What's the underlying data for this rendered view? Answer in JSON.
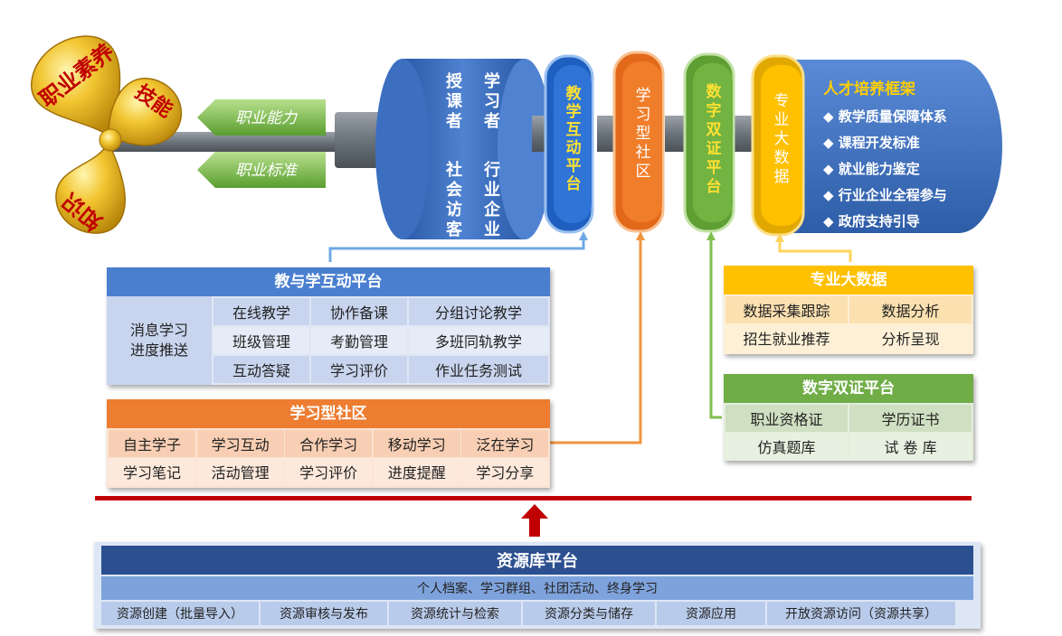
{
  "propeller": {
    "blade_top": "职业素养",
    "blade_right": "技能",
    "blade_bottom": "知识"
  },
  "shaft_arrows": {
    "upper": "职业能力",
    "lower": "职业标准"
  },
  "hub": {
    "col1": [
      "授",
      "课",
      "者"
    ],
    "col2": [
      "学",
      "习",
      "者"
    ],
    "col3": [
      "社",
      "会",
      "访",
      "客"
    ],
    "col4": [
      "行",
      "业",
      "企",
      "业"
    ]
  },
  "discs": {
    "interactive": "教学互动平台",
    "community": "学习型社区",
    "certificate": "数字双证平台",
    "bigdata": "专业大数据"
  },
  "framework": {
    "title": "人才培养框架",
    "items": [
      "◆ 教学质量保障体系",
      "◆ 课程开发标准",
      "◆ 就业能力鉴定",
      "◆ 行业企业全程参与",
      "◆ 政府支持引导"
    ]
  },
  "interactive_platform": {
    "title": "教与学互动平台",
    "side": "消息学习\n进度推送",
    "rows": [
      [
        "在线教学",
        "协作备课",
        "分组讨论教学"
      ],
      [
        "班级管理",
        "考勤管理",
        "多班同轨教学"
      ],
      [
        "互动答疑",
        "学习评价",
        "作业任务测试"
      ]
    ]
  },
  "learning_community": {
    "title": "学习型社区",
    "rows": [
      [
        "自主学子",
        "学习互动",
        "合作学习",
        "移动学习",
        "泛在学习"
      ],
      [
        "学习笔记",
        "活动管理",
        "学习评价",
        "进度提醒",
        "学习分享"
      ]
    ]
  },
  "big_data": {
    "title": "专业大数据",
    "rows": [
      [
        "数据采集跟踪",
        "数据分析"
      ],
      [
        "招生就业推荐",
        "分析呈现"
      ]
    ]
  },
  "dual_cert": {
    "title": "数字双证平台",
    "rows": [
      [
        "职业资格证",
        "学历证书"
      ],
      [
        "仿真题库",
        "试 卷 库"
      ]
    ]
  },
  "resource_platform": {
    "title": "资源库平台",
    "subtitle": "个人档案、学习群组、社团活动、终身学习",
    "items": [
      "资源创建（批量导入）",
      "资源审核与发布",
      "资源统计与检索",
      "资源分类与储存",
      "资源应用",
      "开放资源访问（资源共享）"
    ]
  },
  "colors": {
    "blue": "#4472c4",
    "orange": "#ed7d31",
    "green": "#70ad47",
    "gold": "#ffc000",
    "red": "#c00000",
    "navy": "#2f4f8f"
  }
}
